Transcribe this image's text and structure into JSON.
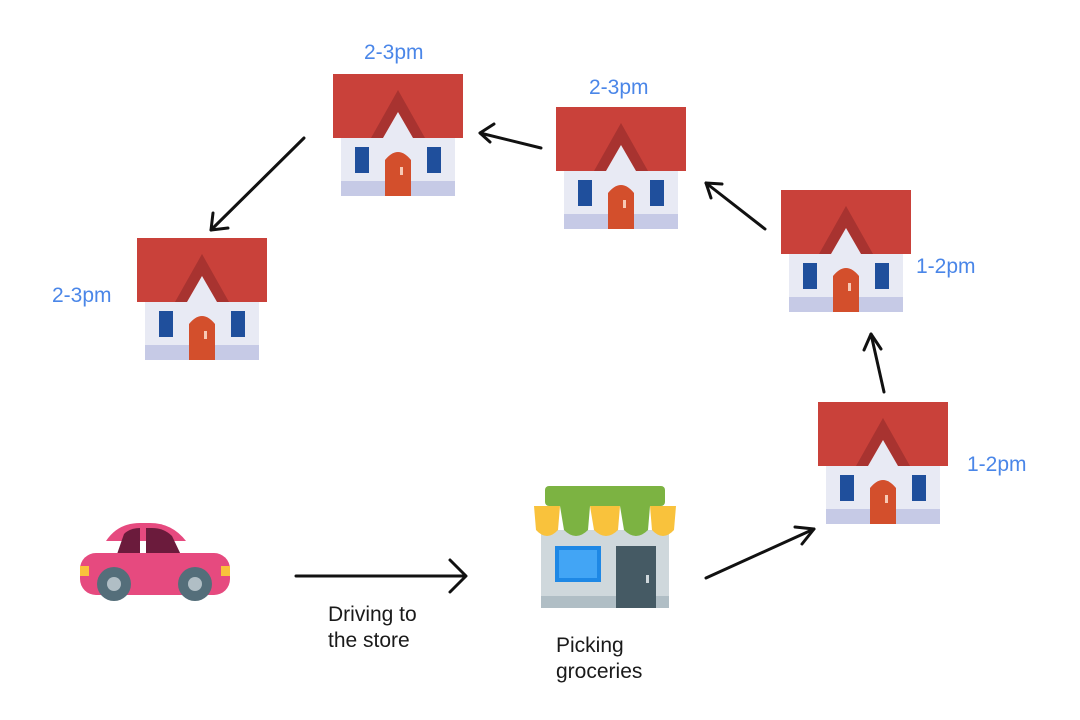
{
  "houses": [
    {
      "time": "2-3pm"
    },
    {
      "time": "2-3pm"
    },
    {
      "time": "2-3pm"
    },
    {
      "time": "1-2pm"
    },
    {
      "time": "1-2pm"
    }
  ],
  "car": {
    "caption": "Driving to\nthe store"
  },
  "store": {
    "caption": "Picking\ngroceries"
  },
  "colors": {
    "roof": "#c9413a",
    "roof_shadow": "#a83330",
    "wall": "#e8eaf4",
    "base": "#c6cae6",
    "window": "#1f4f9c",
    "door": "#d34f2c",
    "car_body": "#e64a7f",
    "car_window": "#6b1b3c",
    "awning_green": "#7cb342",
    "awning_yellow": "#f9c23c",
    "time_label": "#4a86e8"
  }
}
